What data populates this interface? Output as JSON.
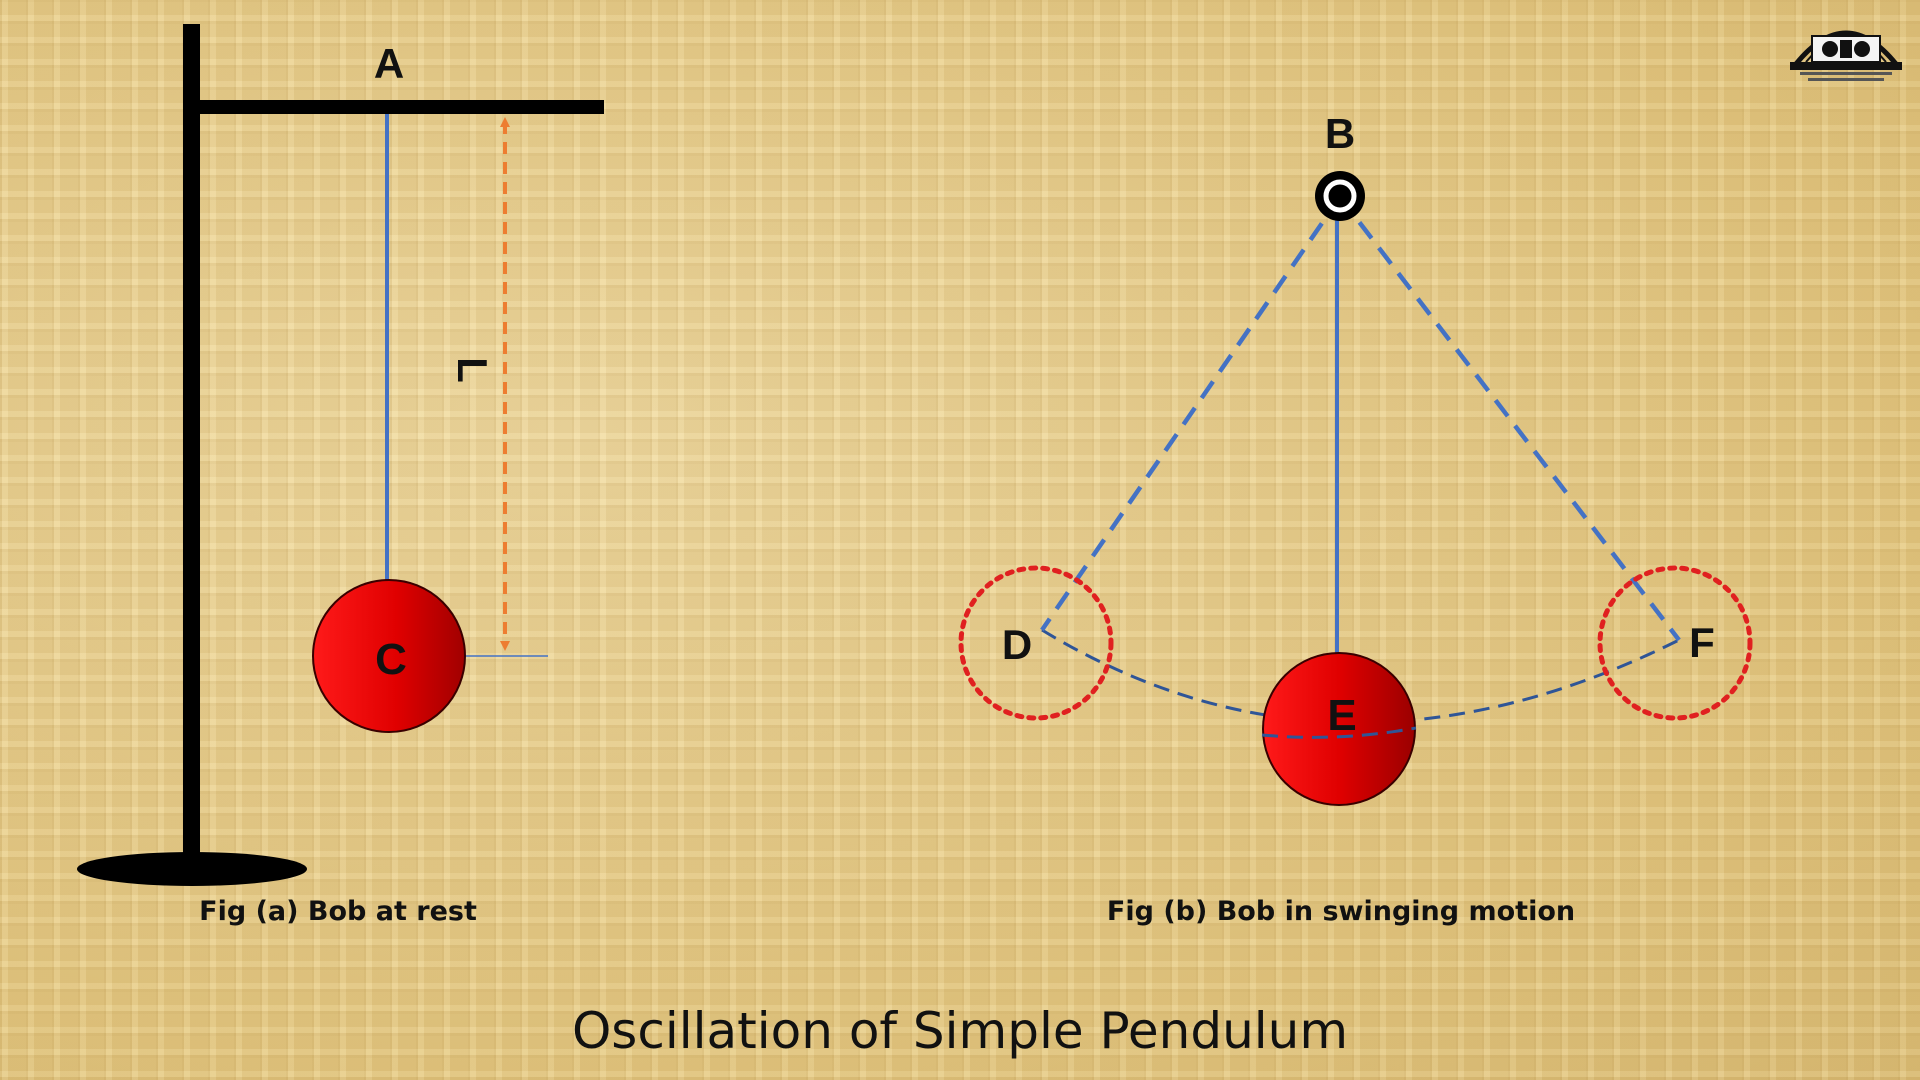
{
  "title": "Oscillation of Simple Pendulum",
  "fig_a": {
    "caption": "Fig (a) Bob at rest",
    "labels": {
      "support_point": "A",
      "bob": "C",
      "length": "L"
    }
  },
  "fig_b": {
    "caption": "Fig (b) Bob in swinging motion",
    "labels": {
      "pivot": "B",
      "left_extreme": "D",
      "mean_position": "E",
      "right_extreme": "F"
    }
  },
  "colors": {
    "stand": "#000000",
    "string": "#4472c4",
    "bob_light": "#ff1a1a",
    "bob_dark": "#a00000",
    "length_arrow": "#ed7d31",
    "path_dashed": "#2f5597",
    "extreme_circle": "#e02020"
  },
  "logo": {
    "icon": "institute-logo"
  }
}
